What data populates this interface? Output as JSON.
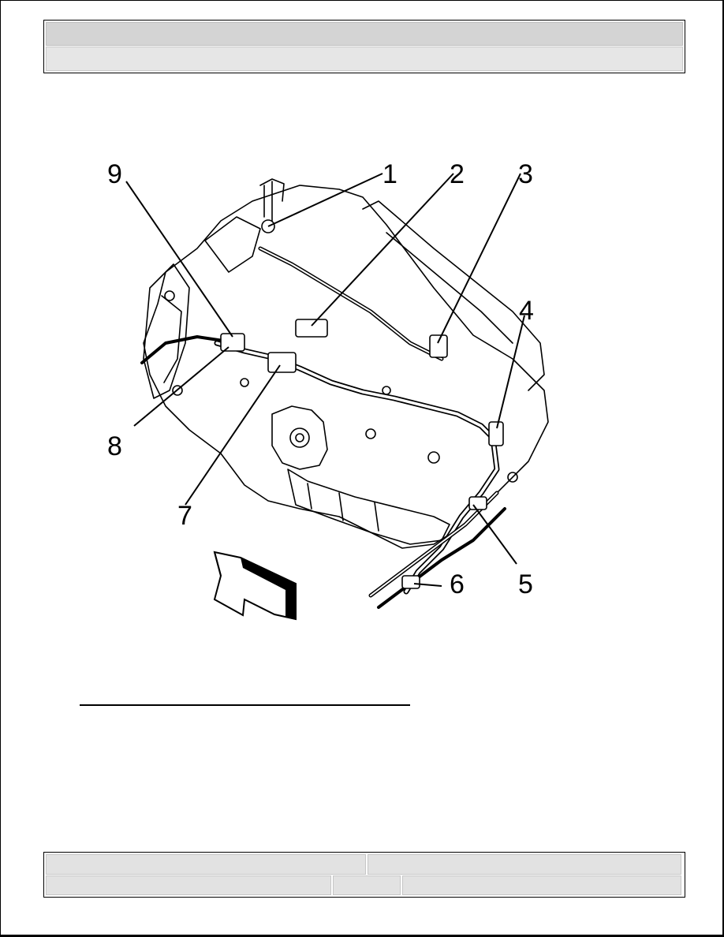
{
  "header": {
    "title": "",
    "subtitle": ""
  },
  "diagram": {
    "callouts": [
      "1",
      "2",
      "3",
      "4",
      "5",
      "6",
      "7",
      "8",
      "9"
    ],
    "arrow_icon": "direction-arrow-icon"
  },
  "footer": {
    "cells": [
      "",
      "",
      "",
      "",
      ""
    ]
  }
}
